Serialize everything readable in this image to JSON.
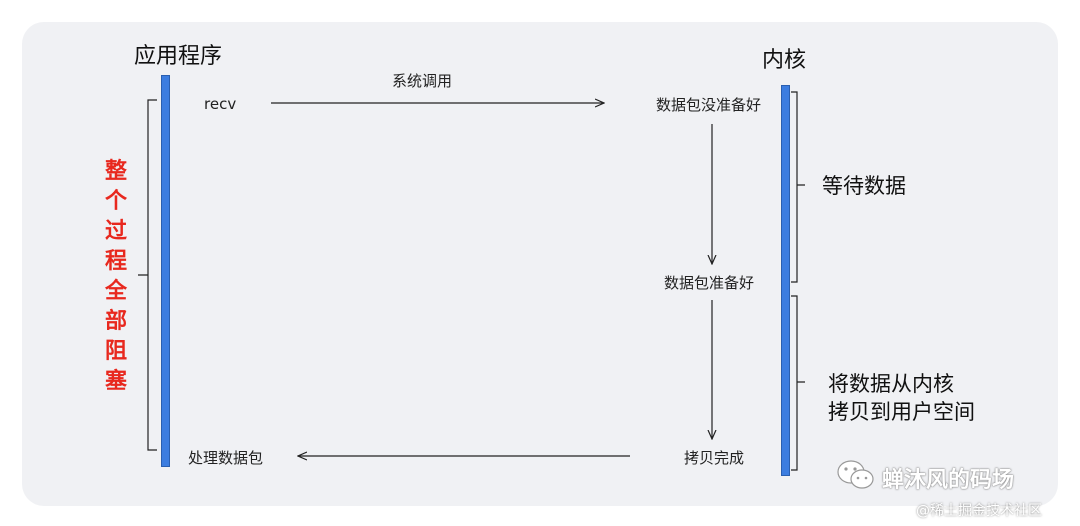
{
  "columns": {
    "app_title": "应用程序",
    "kernel_title": "内核"
  },
  "steps": {
    "recv": "recv",
    "syscall": "系统调用",
    "not_ready": "数据包没准备好",
    "ready": "数据包准备好",
    "copy_done": "拷贝完成",
    "process": "处理数据包"
  },
  "phases": {
    "wait": "等待数据",
    "copy_line1": "将数据从内核",
    "copy_line2": "拷贝到用户空间"
  },
  "blocked_note": [
    "整",
    "个",
    "过",
    "程",
    "全",
    "部",
    "阻",
    "塞"
  ],
  "watermark": {
    "account": "蝉沐风的码场",
    "source": "@稀土掘金技术社区"
  },
  "colors": {
    "bar": "#3c7de0",
    "blocked_text": "#e8281e",
    "panel": "#f0f1f4"
  }
}
